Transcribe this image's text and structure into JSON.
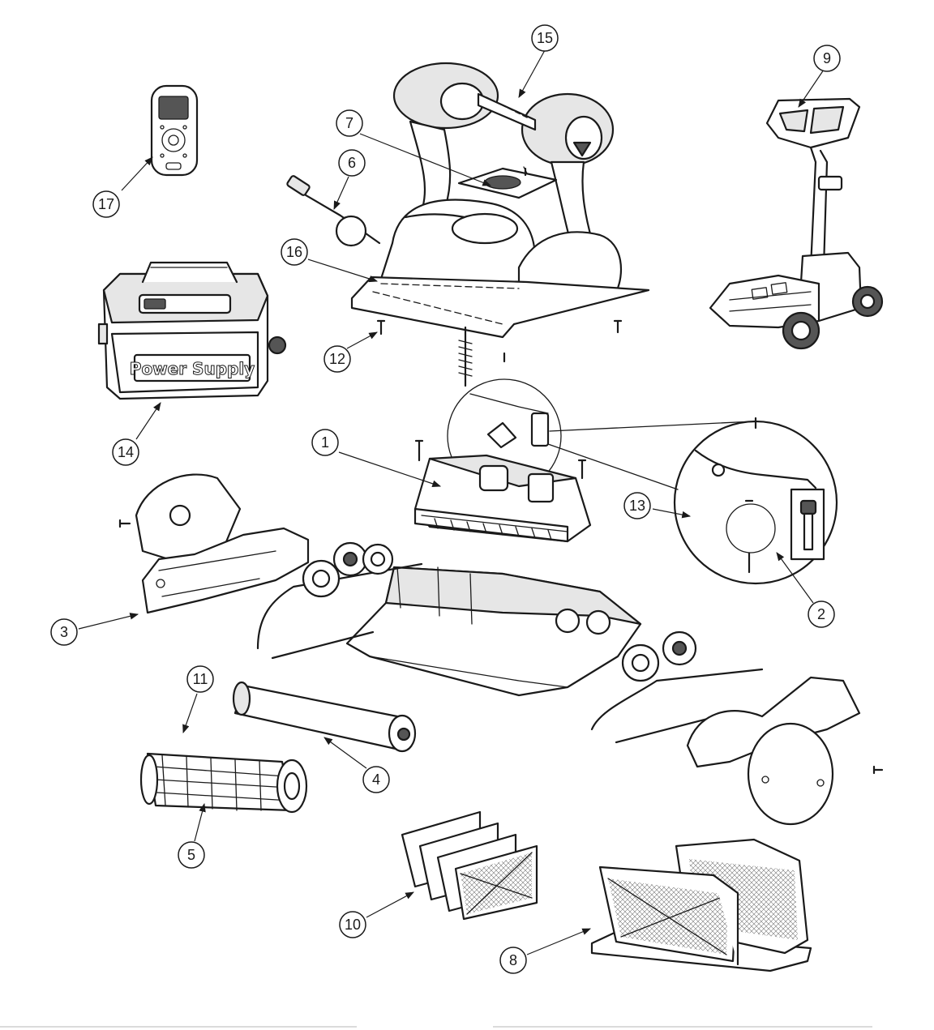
{
  "diagram": {
    "power_supply_label": "Power Supply",
    "callouts": [
      {
        "id": "c1",
        "number": "1"
      },
      {
        "id": "c2",
        "number": "2"
      },
      {
        "id": "c3",
        "number": "3"
      },
      {
        "id": "c4",
        "number": "4"
      },
      {
        "id": "c5",
        "number": "5"
      },
      {
        "id": "c6",
        "number": "6"
      },
      {
        "id": "c7",
        "number": "7"
      },
      {
        "id": "c8",
        "number": "8"
      },
      {
        "id": "c9",
        "number": "9"
      },
      {
        "id": "c10",
        "number": "10"
      },
      {
        "id": "c11",
        "number": "11"
      },
      {
        "id": "c12",
        "number": "12"
      },
      {
        "id": "c13",
        "number": "13"
      },
      {
        "id": "c14",
        "number": "14"
      },
      {
        "id": "c15",
        "number": "15"
      },
      {
        "id": "c16",
        "number": "16"
      },
      {
        "id": "c17",
        "number": "17"
      }
    ]
  }
}
